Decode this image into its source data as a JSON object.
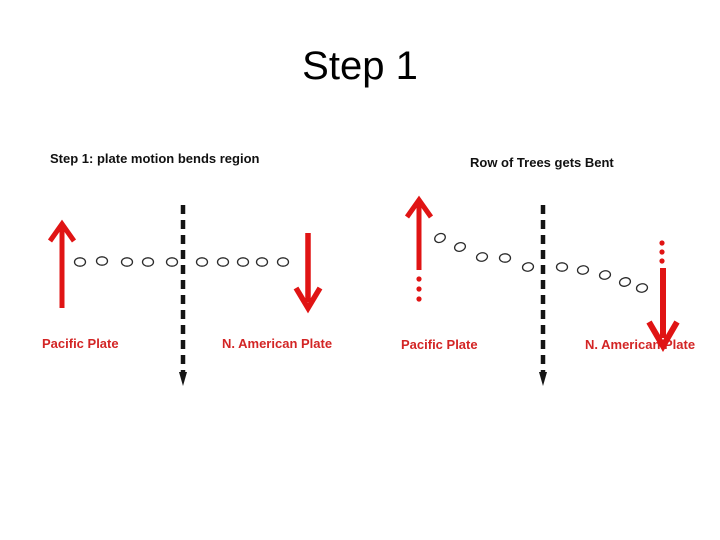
{
  "slide": {
    "title": "Step 1"
  },
  "left_diagram": {
    "caption": "Step 1: plate motion bends region",
    "pacific_label": "Pacific Plate",
    "american_label": "N. American Plate"
  },
  "right_diagram": {
    "caption": "Row of Trees gets Bent",
    "pacific_label": "Pacific Plate",
    "american_label": "N. American Plate"
  },
  "colors": {
    "background": "#ffffff",
    "title_black": "#000000",
    "arrow_red": "#e01414",
    "label_red": "#d32525",
    "fault_line_black": "#141414",
    "tree_outline": "#2b2b2b"
  }
}
